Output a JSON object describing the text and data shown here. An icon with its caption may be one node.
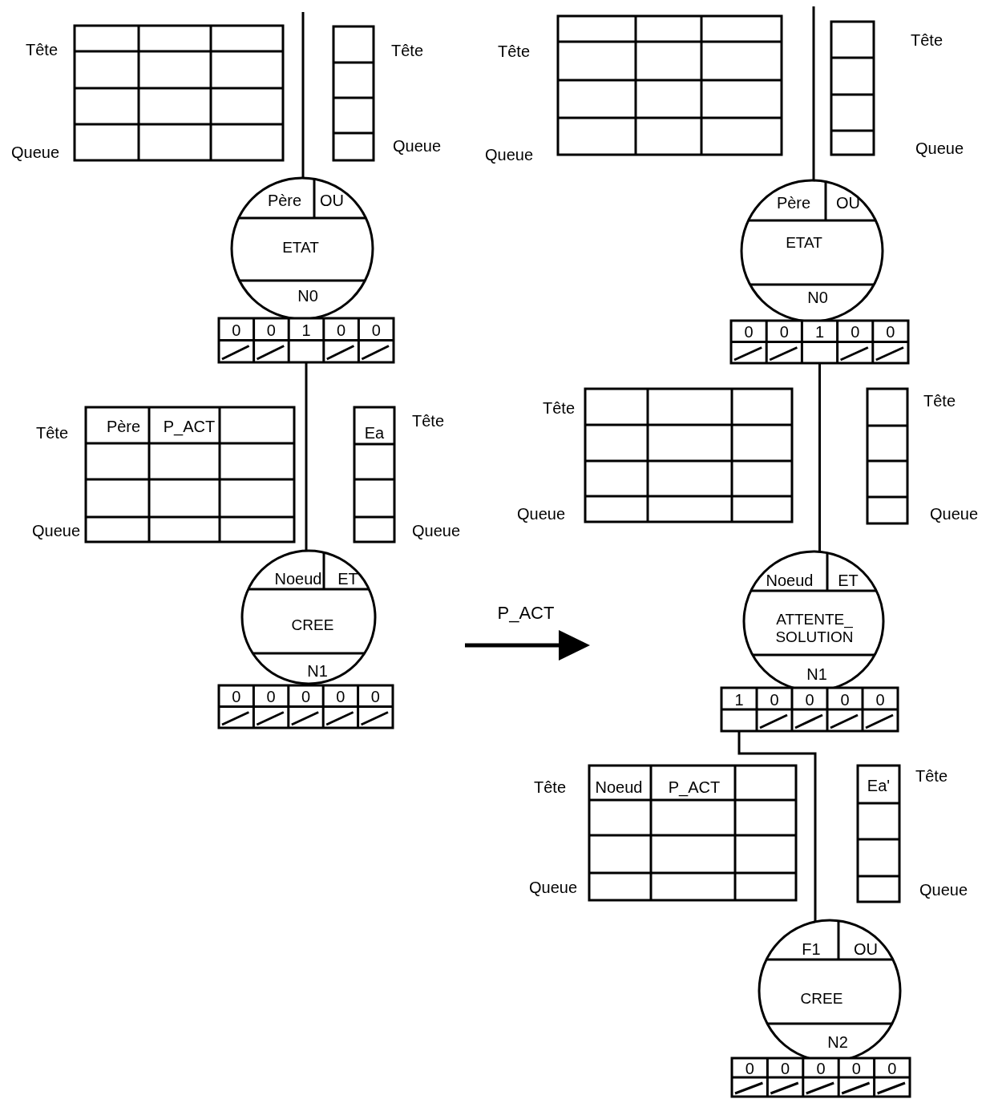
{
  "diagram": {
    "nodes": [
      {
        "text": [
          "Tête",
          "Queue"
        ]
      },
      {
        "text": [
          "Tête",
          "Queue"
        ]
      },
      {
        "text": [
          "Père",
          "OU",
          "ETAT",
          "N0"
        ]
      },
      {
        "text": [
          "0",
          "0",
          "1",
          "0",
          "0"
        ]
      },
      {
        "text": [
          "Tête",
          "Père",
          "P_ACT",
          "Queue"
        ]
      },
      {
        "text": [
          "Tête",
          "Ea",
          "Queue"
        ]
      },
      {
        "text": [
          "Noeud",
          "ET",
          "CREE",
          "N1"
        ]
      },
      {
        "text": [
          "0",
          "0",
          "0",
          "0",
          "0"
        ]
      },
      {
        "text": [
          "Tête",
          "Queue"
        ]
      },
      {
        "text": [
          "Tête",
          "Queue"
        ]
      },
      {
        "text": [
          "Père",
          "OU",
          "ETAT",
          "N0"
        ]
      },
      {
        "text": [
          "0",
          "0",
          "1",
          "0",
          "0"
        ]
      },
      {
        "text": [
          "Tête",
          "Queue"
        ]
      },
      {
        "text": [
          "Tête",
          "Queue"
        ]
      },
      {
        "text": [
          "Noeud",
          "ET",
          "ATTENTE_ SOLUTION",
          "N1"
        ]
      },
      {
        "text": [
          "1",
          "0",
          "0",
          "0",
          "0"
        ]
      },
      {
        "text": [
          "Tête",
          "Noeud",
          "P_ACT",
          "Queue"
        ]
      },
      {
        "text": [
          "Tête",
          "Ea'",
          "Queue"
        ]
      },
      {
        "text": [
          "F1",
          "OU",
          "CREE",
          "N2"
        ]
      },
      {
        "text": [
          "0",
          "0",
          "0",
          "0",
          "0"
        ]
      }
    ],
    "edges": [
      {
        "from": null,
        "to": 2,
        "arrow": "none"
      },
      {
        "from": 3,
        "to": 6,
        "arrow": "none"
      },
      {
        "from": null,
        "to": 10,
        "arrow": "none"
      },
      {
        "from": 11,
        "to": 14,
        "arrow": "none"
      },
      {
        "from": 15,
        "to": 18,
        "arrow": "none"
      }
    ],
    "labels": [
      "P_ACT"
    ]
  }
}
